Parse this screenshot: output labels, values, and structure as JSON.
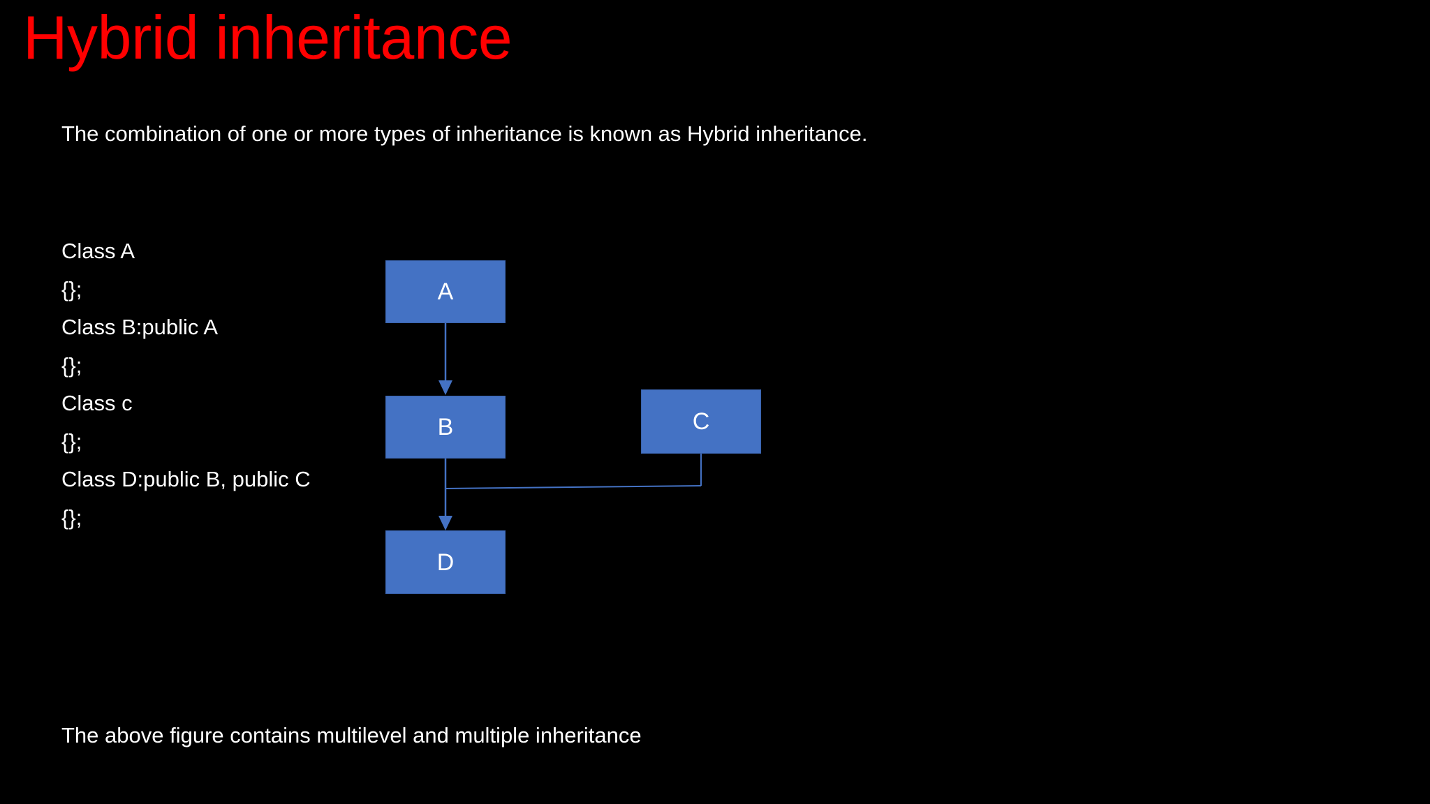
{
  "slide": {
    "title": "Hybrid inheritance",
    "title_color": "#FF0000",
    "background_color": "#000000",
    "body_text_color": "#FFFFFF",
    "intro_text": "The combination of one or more types of inheritance is known as Hybrid inheritance.",
    "outro_text": "The above figure contains multilevel and multiple inheritance"
  },
  "code_block": {
    "lines": [
      "Class A",
      "{};",
      "Class B:public A",
      "{};",
      "Class c",
      "{};",
      "Class D:public B, public C",
      "{};"
    ]
  },
  "diagram": {
    "node_fill_color": "#4472C4",
    "node_label_color": "#FFFFFF",
    "connector_color": "#4472C4",
    "nodes": [
      {
        "id": "a",
        "label": "A"
      },
      {
        "id": "b",
        "label": "B"
      },
      {
        "id": "c",
        "label": "C"
      },
      {
        "id": "d",
        "label": "D"
      }
    ],
    "edges": [
      {
        "from": "A",
        "to": "B",
        "arrow": true
      },
      {
        "from": "B",
        "to": "D",
        "arrow": true
      },
      {
        "from": "C",
        "to": "D",
        "arrow": false
      }
    ]
  }
}
